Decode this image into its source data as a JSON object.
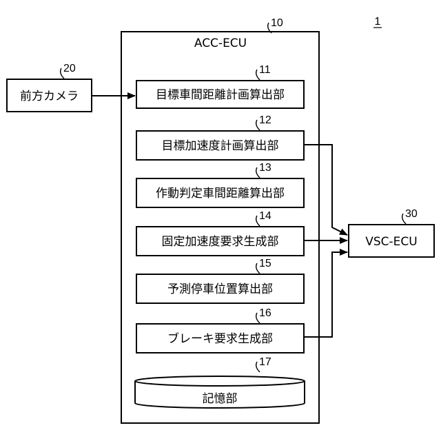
{
  "figure_number": "1",
  "ecu": {
    "label": "ACC-ECU",
    "ref": "10"
  },
  "camera": {
    "label": "前方カメラ",
    "ref": "20"
  },
  "vsc": {
    "label": "VSC-ECU",
    "ref": "30"
  },
  "units": [
    {
      "label": "目標車間距離計画算出部",
      "ref": "11"
    },
    {
      "label": "目標加速度計画算出部",
      "ref": "12"
    },
    {
      "label": "作動判定車間距離算出部",
      "ref": "13"
    },
    {
      "label": "固定加速度要求生成部",
      "ref": "14"
    },
    {
      "label": "予測停車位置算出部",
      "ref": "15"
    },
    {
      "label": "ブレーキ要求生成部",
      "ref": "16"
    }
  ],
  "storage": {
    "label": "記憶部",
    "ref": "17"
  }
}
